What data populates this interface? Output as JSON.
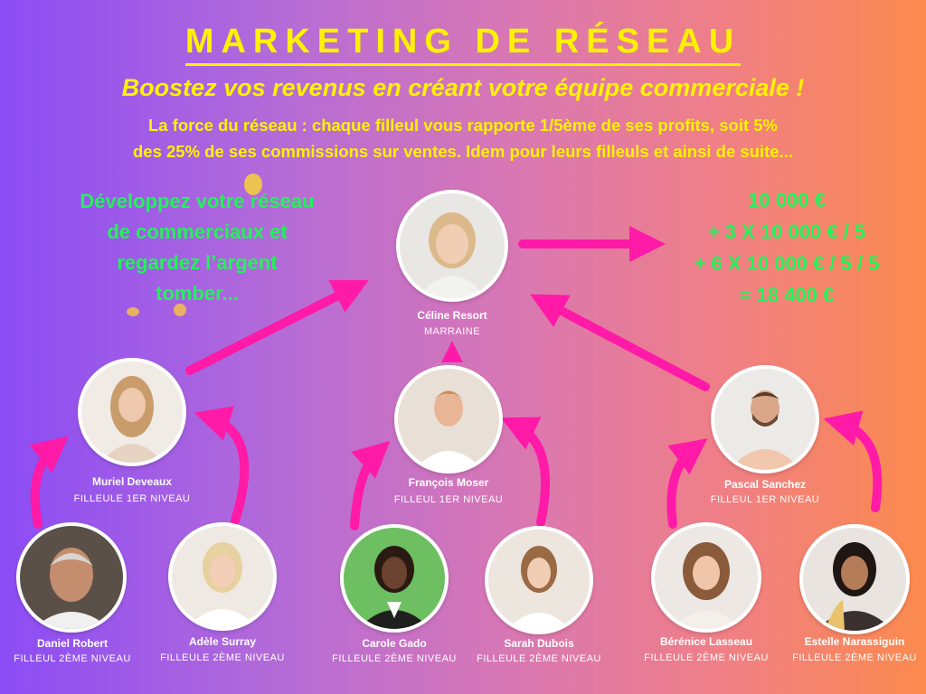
{
  "header": {
    "title": "MARKETING DE RÉSEAU",
    "subtitle": "Boostez vos revenus en créant votre équipe commerciale !",
    "desc_line1": "La force du réseau : chaque filleul vous rapporte 1/5ème de ses profits, soit 5%",
    "desc_line2": "des 25% de ses commissions sur ventes. Idem pour leurs filleuls et ainsi de suite..."
  },
  "left_text": {
    "l1": "Développez votre réseau",
    "l2": "de commerciaux et",
    "l3": "regardez l’argent",
    "l4": "tomber..."
  },
  "calc": {
    "l1": "10 000 €",
    "l2": "+ 3 X 10 000 € / 5",
    "l3": "+ 6 X 10 000 € / 5 / 5",
    "l4": "= 18 400 €"
  },
  "colors": {
    "accent_yellow": "#fff200",
    "accent_green": "#22f25a",
    "arrow_pink": "#ff1aa8"
  },
  "people": {
    "celine": {
      "name": "Céline Resort",
      "role": "MARRAINE"
    },
    "muriel": {
      "name": "Muriel Deveaux",
      "role": "FILLEULE 1ER NIVEAU"
    },
    "francois": {
      "name": "François Moser",
      "role": "FILLEUL 1ER NIVEAU"
    },
    "pascal": {
      "name": "Pascal Sanchez",
      "role": "FILLEUL 1ER NIVEAU"
    },
    "daniel": {
      "name": "Daniel Robert",
      "role": "FILLEUL 2ÈME NIVEAU"
    },
    "adele": {
      "name": "Adèle Surray",
      "role": "FILLEULE 2ÈME NIVEAU"
    },
    "carole": {
      "name": "Carole Gado",
      "role": "FILLEULE 2ÈME NIVEAU"
    },
    "sarah": {
      "name": "Sarah Dubois",
      "role": "FILLEULE 2ÈME NIVEAU"
    },
    "berenice": {
      "name": "Bérénice Lasseau",
      "role": "FILLEULE 2ÈME NIVEAU"
    },
    "estelle": {
      "name": "Estelle Narassiguin",
      "role": "FILLEULE 2ÈME NIVEAU"
    }
  }
}
